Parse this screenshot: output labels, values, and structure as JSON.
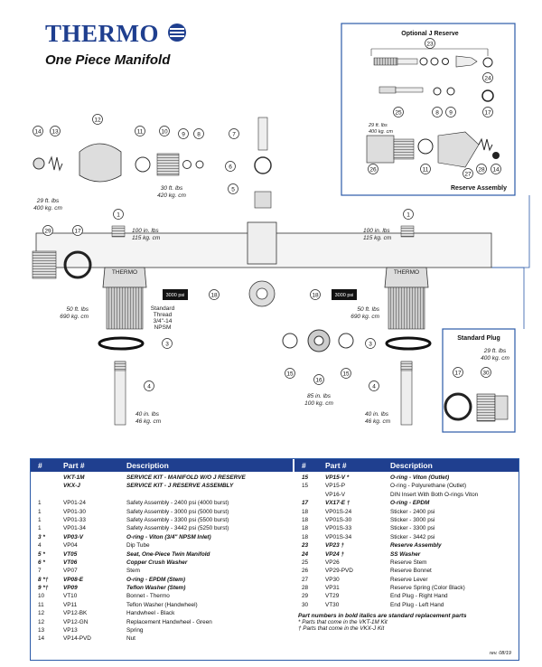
{
  "header": {
    "brand": "THERMO",
    "title": "One Piece Manifold"
  },
  "callouts": {
    "c1": "1",
    "c3": "3",
    "c4": "4",
    "c5": "5",
    "c6": "6",
    "c7": "7",
    "c8": "8",
    "c9": "9",
    "c10": "10",
    "c11": "11",
    "c12": "12",
    "c13": "13",
    "c14": "14",
    "c15": "15",
    "c16": "16",
    "c17": "17",
    "c18": "18",
    "c23": "23",
    "c24": "24",
    "c25": "25",
    "c26": "26",
    "c27": "27",
    "c28": "28",
    "c29": "29",
    "c30": "30"
  },
  "torque": {
    "t_30_420": [
      "30 ft. lbs",
      "420 kg. cm"
    ],
    "t_29_400": [
      "29 ft. lbs",
      "400 kg. cm"
    ],
    "t_100_115": [
      "100 in. lbs",
      "115 kg. cm"
    ],
    "t_50_690": [
      "50 ft. lbs",
      "690 kg. cm"
    ],
    "t_85_100": [
      "85 in. lbs",
      "100 kg. cm"
    ],
    "t_40_46": [
      "40 in. lbs",
      "46 kg. cm"
    ],
    "t_29_400_small": [
      "29 ft. lbs",
      "400 kg. cm"
    ]
  },
  "thread_note": [
    "Standard",
    "Thread",
    "3/4\"-14",
    "NPSM"
  ],
  "labels": {
    "thermo_tag": "THERMO",
    "psi_badge": "3000 psi",
    "optional_j_reserve": "Optional J Reserve",
    "reserve_assembly": "Reserve Assembly",
    "standard_plug": "Standard Plug"
  },
  "table": {
    "headers": {
      "num": "#",
      "part": "Part #",
      "desc": "Description"
    },
    "left": [
      {
        "num": "",
        "part": "VKT-1M",
        "desc": "SERVICE KIT - MANIFOLD W/O J RESERVE",
        "bold": true
      },
      {
        "num": "",
        "part": "VKX-J",
        "desc": "SERVICE KIT - J RESERVE ASSEMBLY",
        "bold": true
      },
      {
        "num": "",
        "part": "",
        "desc": "",
        "bold": false
      },
      {
        "num": "1",
        "part": "VP01-24",
        "desc": "Safety Assembly - 2400 psi (4000 burst)",
        "bold": false
      },
      {
        "num": "1",
        "part": "VP01-30",
        "desc": "Safety Assembly - 3000 psi (5000 burst)",
        "bold": false
      },
      {
        "num": "1",
        "part": "VP01-33",
        "desc": "Safety Assembly - 3300 psi (5500 burst)",
        "bold": false
      },
      {
        "num": "1",
        "part": "VP01-34",
        "desc": "Safety Assembly - 3442 psi (5250 burst)",
        "bold": false
      },
      {
        "num": "3 *",
        "part": "VP03-V",
        "desc": "O-ring - Viton (3/4\" NPSM Inlet)",
        "bold": true
      },
      {
        "num": "4",
        "part": "VP04",
        "desc": "Dip Tube",
        "bold": false
      },
      {
        "num": "5 *",
        "part": "VT05",
        "desc": "Seat, One-Piece Twin Manifold",
        "bold": true
      },
      {
        "num": "6 *",
        "part": "VT06",
        "desc": "Copper Crush Washer",
        "bold": true
      },
      {
        "num": "7",
        "part": "VP07",
        "desc": "Stem",
        "bold": false
      },
      {
        "num": "8 *†",
        "part": "VP08-E",
        "desc": "O-ring - EPDM (Stem)",
        "bold": true
      },
      {
        "num": "9 *†",
        "part": "VP09",
        "desc": "Teflon Washer (Stem)",
        "bold": true
      },
      {
        "num": "10",
        "part": "VT10",
        "desc": "Bonnet - Thermo",
        "bold": false
      },
      {
        "num": "11",
        "part": "VP11",
        "desc": "Teflon Washer (Handwheel)",
        "bold": false
      },
      {
        "num": "12",
        "part": "VP12-BK",
        "desc": "Handwheel - Black",
        "bold": false
      },
      {
        "num": "12",
        "part": "VP12-GN",
        "desc": "Replacement Handwheel - Green",
        "bold": false
      },
      {
        "num": "13",
        "part": "VP13",
        "desc": "Spring",
        "bold": false
      },
      {
        "num": "14",
        "part": "VP14-PVD",
        "desc": "Nut",
        "bold": false
      }
    ],
    "right": [
      {
        "num": "15",
        "part": "VP15-V *",
        "desc": "O-ring - Viton (Outlet)",
        "bold": true
      },
      {
        "num": "15",
        "part": "VP15-P",
        "desc": "O-ring - Polyurethane (Outlet)",
        "bold": false
      },
      {
        "num": "",
        "part": "VP16-V",
        "desc": "DIN Insert With Both O-rings Viton",
        "bold": false
      },
      {
        "num": "17",
        "part": "VX17-E †",
        "desc": "O-ring - EPDM",
        "bold": true
      },
      {
        "num": "18",
        "part": "VP01S-24",
        "desc": "Sticker - 2400 psi",
        "bold": false
      },
      {
        "num": "18",
        "part": "VP01S-30",
        "desc": "Sticker - 3000 psi",
        "bold": false
      },
      {
        "num": "18",
        "part": "VP01S-33",
        "desc": "Sticker - 3300 psi",
        "bold": false
      },
      {
        "num": "18",
        "part": "VP01S-34",
        "desc": "Sticker - 3442 psi",
        "bold": false
      },
      {
        "num": "23",
        "part": "VP23 †",
        "desc": "Reserve Assembly",
        "bold": true
      },
      {
        "num": "24",
        "part": "VP24 †",
        "desc": "SS Washer",
        "bold": true
      },
      {
        "num": "25",
        "part": "VP26",
        "desc": "Reserve Stem",
        "bold": false
      },
      {
        "num": "26",
        "part": "VP29-PVD",
        "desc": "Reserve Bonnet",
        "bold": false
      },
      {
        "num": "27",
        "part": "VP30",
        "desc": "Reserve Lever",
        "bold": false
      },
      {
        "num": "28",
        "part": "VP31",
        "desc": "Reserve Spring (Color Black)",
        "bold": false
      },
      {
        "num": "29",
        "part": "VT29",
        "desc": "End Plug - Right Hand",
        "bold": false
      },
      {
        "num": "30",
        "part": "VT30",
        "desc": "End Plug - Left Hand",
        "bold": false
      }
    ],
    "notes": [
      "Part numbers in bold italics are standard replacement parts",
      "* Parts that come in the VKT-1M Kit",
      "† Parts that come in the VKX-J Kit"
    ],
    "rev": "rev. 08/19"
  },
  "colors": {
    "brand_blue": "#1f3f8f",
    "box_blue": "#2b5aa8"
  }
}
